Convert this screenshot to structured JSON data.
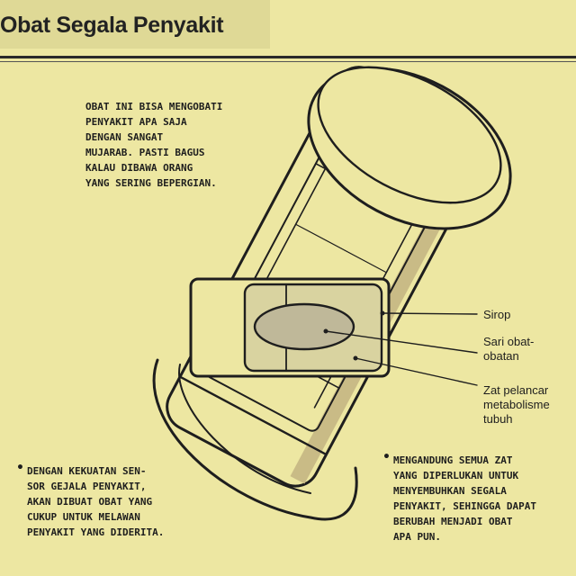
{
  "header": {
    "title": "Obat Segala Penyakit"
  },
  "notes": {
    "top": "Obat ini bisa mengobati\npenyakit apa saja\ndengan sangat\nmujarab. Pasti bagus\nkalau dibawa orang\nyang sering bepergian.",
    "left": "Dengan kekuatan sen-\nsor gejala penyakit,\nakan dibuat obat yang\ncukup untuk melawan\npenyakit yang diderita.",
    "right": "Mengandung semua zat\nyang diperlukan untuk\nmenyembuhkan segala\npenyakit, sehingga dapat\nberubah menjadi obat\napa pun."
  },
  "labels": {
    "sirop": "Sirop",
    "sari": "Sari obat-\nobatan",
    "zat": "Zat pelancar\nmetabolisme\ntubuh"
  },
  "colors": {
    "paper": "#ede7a2",
    "ink": "#1e1e1e",
    "shade": "#c9bb86",
    "inner_panel": "#d9d3a0",
    "ellipse_fill": "#bfb899"
  }
}
